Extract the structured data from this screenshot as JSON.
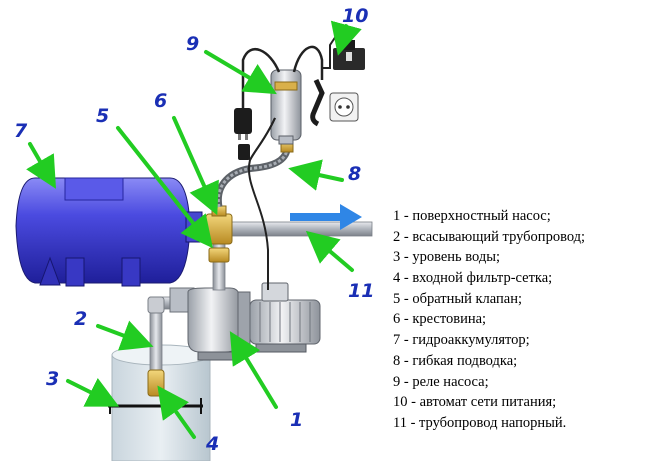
{
  "callouts": [
    {
      "id": "label-1",
      "text": "1"
    },
    {
      "id": "label-2",
      "text": "2"
    },
    {
      "id": "label-3",
      "text": "3"
    },
    {
      "id": "label-4",
      "text": "4"
    },
    {
      "id": "label-5",
      "text": "5"
    },
    {
      "id": "label-6",
      "text": "6"
    },
    {
      "id": "label-7",
      "text": "7"
    },
    {
      "id": "label-8",
      "text": "8"
    },
    {
      "id": "label-9",
      "text": "9"
    },
    {
      "id": "label-10",
      "text": "10"
    },
    {
      "id": "label-11",
      "text": "11"
    }
  ],
  "legend": [
    "1 - поверхностный насос;",
    "2 - всасывающий трубопровод;",
    "3 - уровень воды;",
    "4 - входной фильтр-сетка;",
    "5 - обратный клапан;",
    "6 - крестовина;",
    "7 - гидроаккумулятор;",
    "8 - гибкая подводка;",
    "9 - реле насоса;",
    "10 - автомат сети питания;",
    "11 - трубопровод напорный."
  ],
  "colors": {
    "callout_text": "#1a2fb5",
    "arrow_green": "#22cc22",
    "flow_arrow": "#2f86e6",
    "tank": "#3f3fd6",
    "pipe": "#b8bcc4",
    "fitting": "#d9b04a"
  }
}
